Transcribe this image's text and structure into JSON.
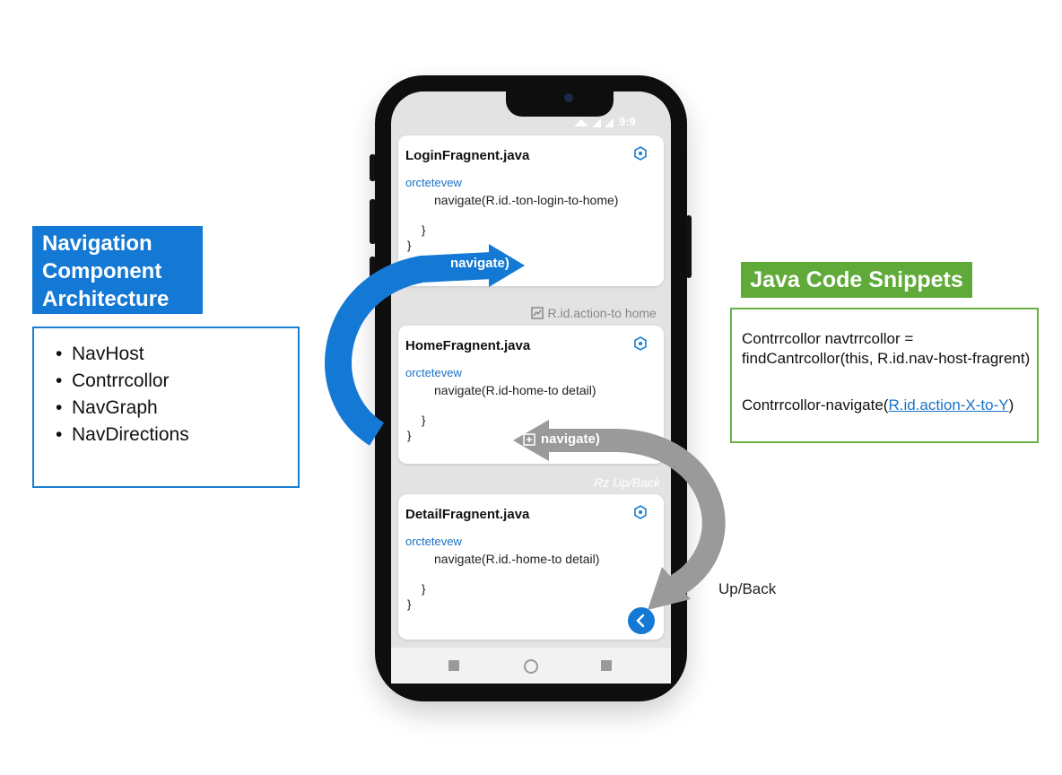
{
  "left": {
    "title_lines": [
      "Navigation",
      "Component",
      "Architecture"
    ],
    "items": [
      "NavHost",
      "Contrrcollor",
      "NavGraph",
      "NavDirections"
    ]
  },
  "right": {
    "title": "Java Code Snippets",
    "line1": "Contrrcollor navtrrcollor =",
    "line2": "findCantrcollor(this, R.id.nav-host-fragrent)",
    "line3_prefix": "Contrrcollor-navigate(",
    "line3_link": "R.id.action-X-to-Y",
    "line3_suffix": ")"
  },
  "phone": {
    "status": "9:9",
    "cards": [
      {
        "name": "LoginFragnent.java",
        "kw": "orctetevew",
        "call": "navigate(R.id.-ton-login-to-home)",
        "b1": "}",
        "b2": "}"
      },
      {
        "name": "HomeFragnent.java",
        "kw": "orctetevew",
        "call": "navigate(R.id-home-to detail)",
        "b1": "}",
        "b2": "}"
      },
      {
        "name": "DetailFragnent.java",
        "kw": "orctetevew",
        "call": "navigate(R.id.-home-to detail)",
        "b1": "}",
        "b2": "}"
      }
    ],
    "action_label": "R.id.action-to home",
    "upback_small": "Rz Up/Back"
  },
  "arrows": {
    "navigate1": "navigate)",
    "navigate2": "navigate)",
    "up_back": "Up/Back"
  },
  "colors": {
    "blue": "#1479d4",
    "green": "#5faa38",
    "gray": "#9a9a9a"
  }
}
